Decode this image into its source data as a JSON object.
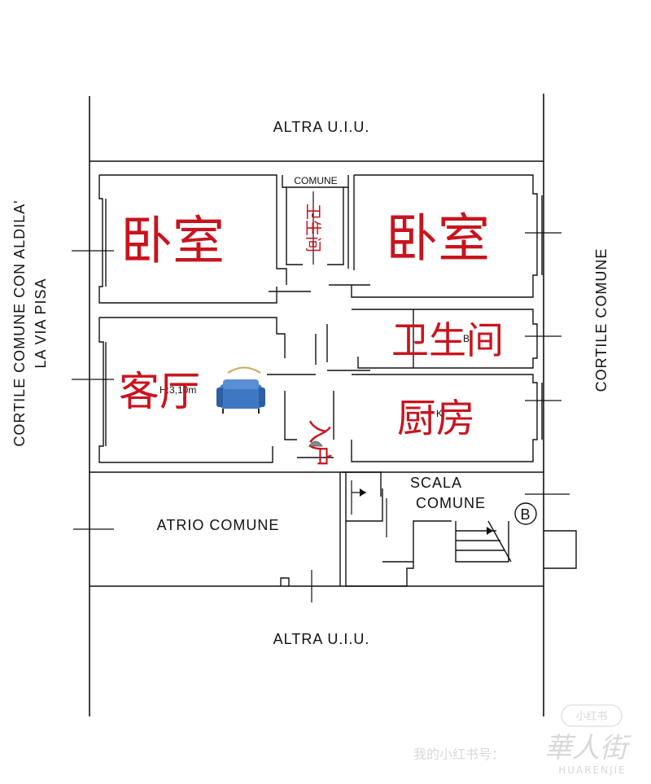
{
  "outside": {
    "top": "ALTRA U.I.U.",
    "bottom": "ALTRA U.I.U.",
    "left_line1": "CORTILE COMUNE CON ALDILA'",
    "left_line2": "LA VIA PISA",
    "right": "CORTILE COMUNE"
  },
  "rooms": {
    "bedroom_left": "卧室",
    "bedroom_right": "卧室",
    "comune_bath_tag": "COMUNE",
    "comune_bath": "卫生间",
    "bathroom": "卫生间",
    "bathroom_code": "B",
    "living": "客厅",
    "height_note": "H:3,10m",
    "kitchen": "厨房",
    "kitchen_code": "K",
    "entrance": "入户",
    "atrio": "ATRIO COMUNE",
    "scala_line1": "SCALA",
    "scala_line2": "COMUNE",
    "scala_badge": "B"
  },
  "watermark": {
    "small": "小红书",
    "text": "我的小红书号：",
    "brand_cn": "華人街",
    "brand_en": "HUARENJIE"
  },
  "colors": {
    "annotation": "#c8141e",
    "line": "#111111",
    "sofa": "#3e78c2"
  }
}
